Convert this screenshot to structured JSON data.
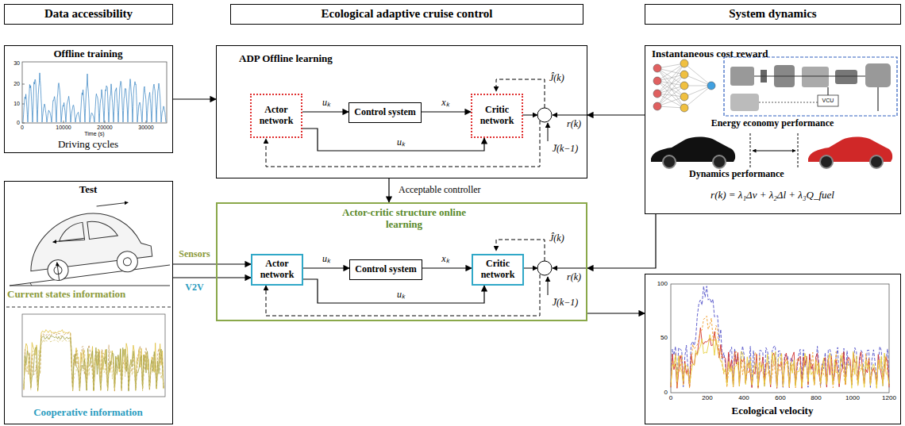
{
  "diagram": {
    "nodes": [
      {
        "text": [
          "Data accessibility"
        ]
      },
      {
        "text": [
          "Ecological adaptive cruise control"
        ]
      },
      {
        "text": [
          "System dynamics"
        ]
      },
      {
        "text": [
          "Offline training",
          "Driving cycles"
        ]
      },
      {
        "text": [
          "ADP Offline learning"
        ]
      },
      {
        "text": [
          "Actor network"
        ],
        "in": 4
      },
      {
        "text": [
          "Control system"
        ],
        "in": 4
      },
      {
        "text": [
          "Critic network"
        ],
        "in": 4
      },
      {
        "text": [
          "Instantaneous cost reward",
          "Energy economy performance",
          "Dynamics performance",
          "r(k) = λ₁Δv + λ₂Δl + λ₃Q_fuel"
        ]
      },
      {
        "text": [
          "Test",
          "Current states information",
          "Cooperative information"
        ]
      },
      {
        "text": [
          "Actor-critic structure online learning"
        ]
      },
      {
        "text": [
          "Actor network"
        ],
        "in": 10
      },
      {
        "text": [
          "Control system"
        ],
        "in": 10
      },
      {
        "text": [
          "Critic network"
        ],
        "in": 10
      },
      {
        "text": [
          "Ecological velocity"
        ]
      }
    ],
    "edges": [
      {
        "from": 3,
        "to": 4,
        "arrow": "to"
      },
      {
        "from": 8,
        "to": 4,
        "arrow": "to"
      },
      {
        "from": 5,
        "to": 6,
        "label": "uₖ",
        "arrow": "to"
      },
      {
        "from": 6,
        "to": 7,
        "label": "xₖ",
        "arrow": "to"
      },
      {
        "from": 5,
        "to": 7,
        "label": "uₖ",
        "arrow": "to"
      },
      {
        "from": 4,
        "to": 10,
        "label": "Acceptable controller",
        "arrow": "to"
      },
      {
        "from": 9,
        "to": 11,
        "label": "Sensors",
        "arrow": "to"
      },
      {
        "from": 9,
        "to": 11,
        "label": "V2V",
        "arrow": "to"
      },
      {
        "from": 8,
        "to": 10,
        "arrow": "to"
      },
      {
        "from": 11,
        "to": 12,
        "label": "uₖ",
        "arrow": "to"
      },
      {
        "from": 12,
        "to": 13,
        "label": "xₖ",
        "arrow": "to"
      },
      {
        "from": 11,
        "to": 13,
        "label": "uₖ",
        "arrow": "to"
      },
      {
        "from": 10,
        "to": 14,
        "arrow": "to"
      }
    ],
    "labels": [
      "Ĵ(k)",
      "r(k)",
      "J̄(k−1)",
      "Ĵ(k)",
      "r(k)",
      "J̄(k−1)",
      "30",
      "20",
      "10",
      "0",
      "0",
      "10000",
      "20000",
      "30000",
      "Time (s)",
      "100",
      "50",
      "0",
      "0",
      "200",
      "400",
      "600",
      "800",
      "1000",
      "1200",
      "VCU"
    ]
  }
}
